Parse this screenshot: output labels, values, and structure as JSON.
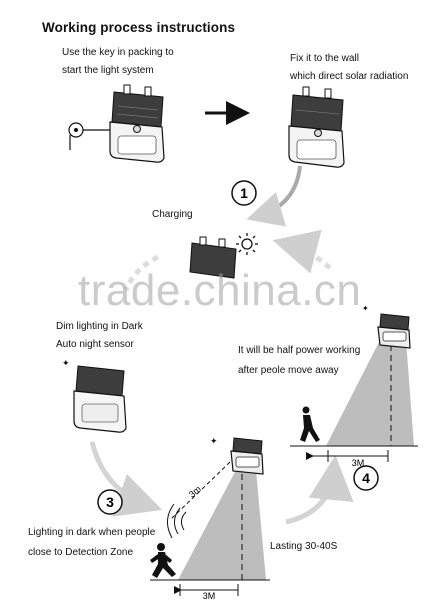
{
  "title": "Working process instructions",
  "captions": {
    "step_start_1": "Use the key in packing to",
    "step_start_2": "start the light system",
    "fix_1": "Fix it to the wall",
    "fix_2": "which direct solar radiation",
    "charging": "Charging",
    "dim_1": "Dim lighting in Dark",
    "dim_2": "Auto night sensor",
    "half_1": "It will be half  power working",
    "half_2": "after peole move away",
    "lighting_1": "Lighting in dark when people",
    "lighting_2": "close to Detection Zone",
    "lasting": "Lasting 30-40S"
  },
  "step_numbers": [
    "1",
    "3",
    "4"
  ],
  "measures": {
    "distance_bottom": "3M",
    "distance_right": "3M",
    "beam_label": "3m"
  },
  "watermark": "trade.china.cn",
  "colors": {
    "ink": "#111111",
    "arrow_gray": "#cfcfcf",
    "beam_gray": "#b9b9b9",
    "watermark": "#a0a0a0"
  }
}
